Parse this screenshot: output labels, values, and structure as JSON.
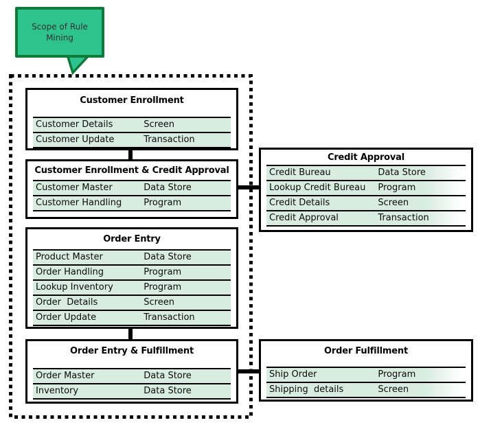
{
  "colors": {
    "callout_fill": "#2ec28e",
    "callout_border": "#0e7b39",
    "row_fill": "#d8ede0",
    "line": "#000000"
  },
  "callout": {
    "line1": "Scope of Rule",
    "line2": "Mining"
  },
  "boxes": [
    {
      "title": "Customer Enrollment",
      "rows": [
        [
          "Customer Details",
          "Screen"
        ],
        [
          "Customer Update",
          "Transaction"
        ]
      ]
    },
    {
      "title": "Customer Enrollment & Credit Approval",
      "rows": [
        [
          "Customer Master",
          "Data Store"
        ],
        [
          "Customer Handling",
          "Program"
        ]
      ]
    },
    {
      "title": "Order Entry",
      "rows": [
        [
          "Product Master",
          "Data Store"
        ],
        [
          "Order Handling",
          "Program"
        ],
        [
          "Lookup Inventory",
          "Program"
        ],
        [
          "Order  Details",
          "Screen"
        ],
        [
          "Order Update",
          "Transaction"
        ]
      ]
    },
    {
      "title": "Order Entry & Fulfillment",
      "rows": [
        [
          "Order Master",
          "Data Store"
        ],
        [
          "Inventory",
          "Data Store"
        ]
      ]
    },
    {
      "title": "Credit Approval",
      "rows": [
        [
          "Credit Bureau",
          "Data Store"
        ],
        [
          "Lookup Credit Bureau",
          "Program"
        ],
        [
          "Credit Details",
          "Screen"
        ],
        [
          "Credit Approval",
          "Transaction"
        ]
      ]
    },
    {
      "title": "Order Fulfillment",
      "rows": [
        [
          "Ship Order",
          "Program"
        ],
        [
          "Shipping  details",
          "Screen"
        ]
      ]
    }
  ]
}
